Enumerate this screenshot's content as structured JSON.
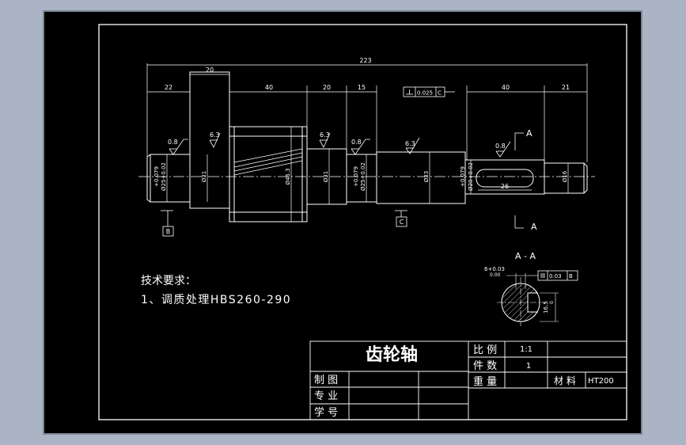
{
  "colors": {
    "background": "#aab4c4",
    "paper": "#000000",
    "line": "#ffffff",
    "frame_shadow": "#7d8796"
  },
  "dims": {
    "overall": "223",
    "d_20_top": "20",
    "d_22": "22",
    "d_40_left": "40",
    "d_20_mid": "20",
    "d_15": "15",
    "d_40_right": "40",
    "d_21": "21",
    "keyway_len": "26"
  },
  "geom_tol": {
    "runout": "0.025",
    "datum": "C"
  },
  "roughness": {
    "r1": "0.8",
    "r2": "6.3",
    "r3": "6.3",
    "r4": "0.8",
    "r5": "6.3",
    "r6": "0.8"
  },
  "diameters": {
    "d1_tol": "+0.079",
    "d1": "Ø25+0.02",
    "d2": "Ø31",
    "d3": "Ø45.3",
    "d4": "Ø31",
    "d5_tol": "+0.079",
    "d5": "Ø25+0.02",
    "d6": "Ø33",
    "d7_tol": "+0.079",
    "d7": "Ø20+0.02",
    "d8": "Ø16"
  },
  "datums": {
    "b": "B",
    "c": "C"
  },
  "section": {
    "arrow_label_top": "A",
    "arrow_label_bottom": "A",
    "title": "A - A",
    "width_tol": "6+0.03",
    "width_tol2": "0.00",
    "sym_tol": "0.03",
    "sym_datum": "B",
    "depth": "16.5",
    "depth_tol": "0"
  },
  "notes": {
    "heading": "技术要求：",
    "item1": "1、调质处理HBS260-290"
  },
  "title_block": {
    "part_name": "齿轮轴",
    "scale_label": "比 例",
    "scale_value": "1:1",
    "qty_label": "件 数",
    "qty_value": "1",
    "weight_label": "重 量",
    "material_label": "材 料",
    "material_value": "HT200",
    "drawn_label": "制 图",
    "major_label": "专 业",
    "student_label": "学 号"
  }
}
